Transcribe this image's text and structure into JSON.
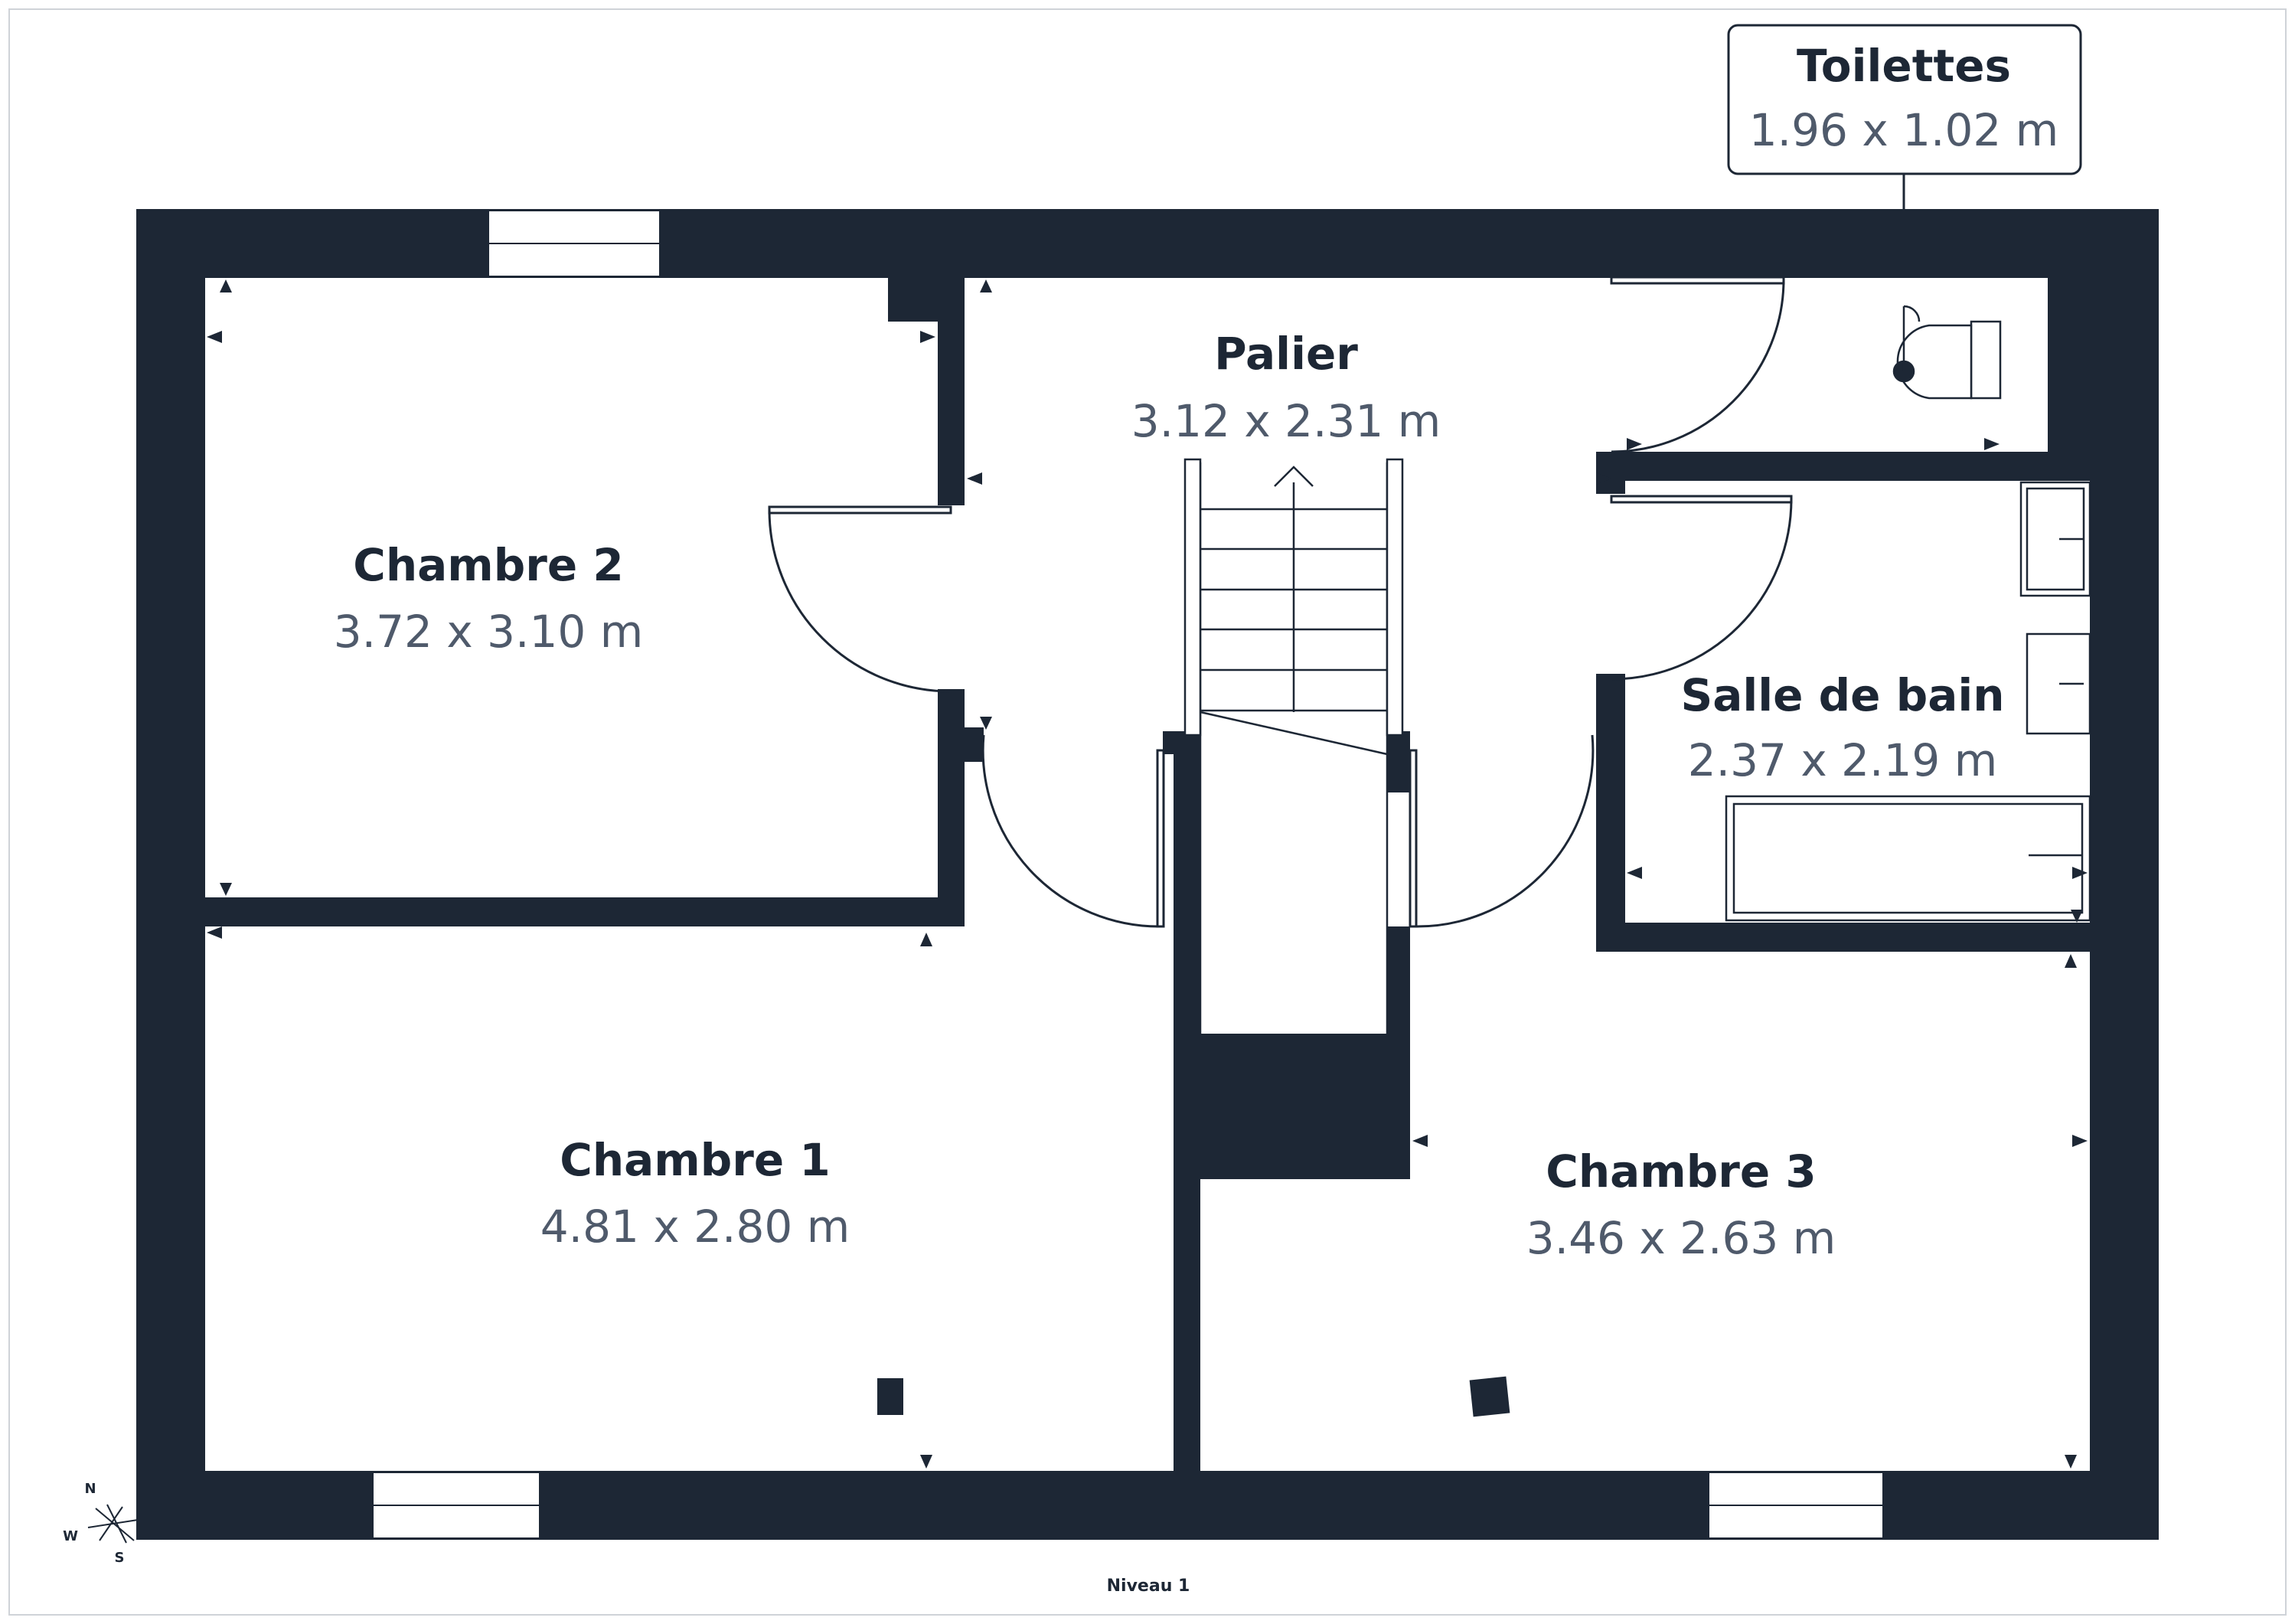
{
  "plan": {
    "level_label": "Niveau 1",
    "wall_color": "#1d2735",
    "rooms": [
      {
        "id": "palier",
        "name": "Palier",
        "dimensions": "3.12 x 2.31 m"
      },
      {
        "id": "chambre2",
        "name": "Chambre 2",
        "dimensions": "3.72 x 3.10 m"
      },
      {
        "id": "chambre1",
        "name": "Chambre 1",
        "dimensions": "4.81 x 2.80 m"
      },
      {
        "id": "chambre3",
        "name": "Chambre 3",
        "dimensions": "3.46 x 2.63 m"
      },
      {
        "id": "sdb",
        "name": "Salle de bain",
        "dimensions": "2.37 x 2.19 m"
      },
      {
        "id": "toilettes",
        "name": "Toilettes",
        "dimensions": "1.96 x 1.02 m"
      }
    ],
    "compass": {
      "n": "N",
      "w": "W",
      "s": "S"
    }
  }
}
